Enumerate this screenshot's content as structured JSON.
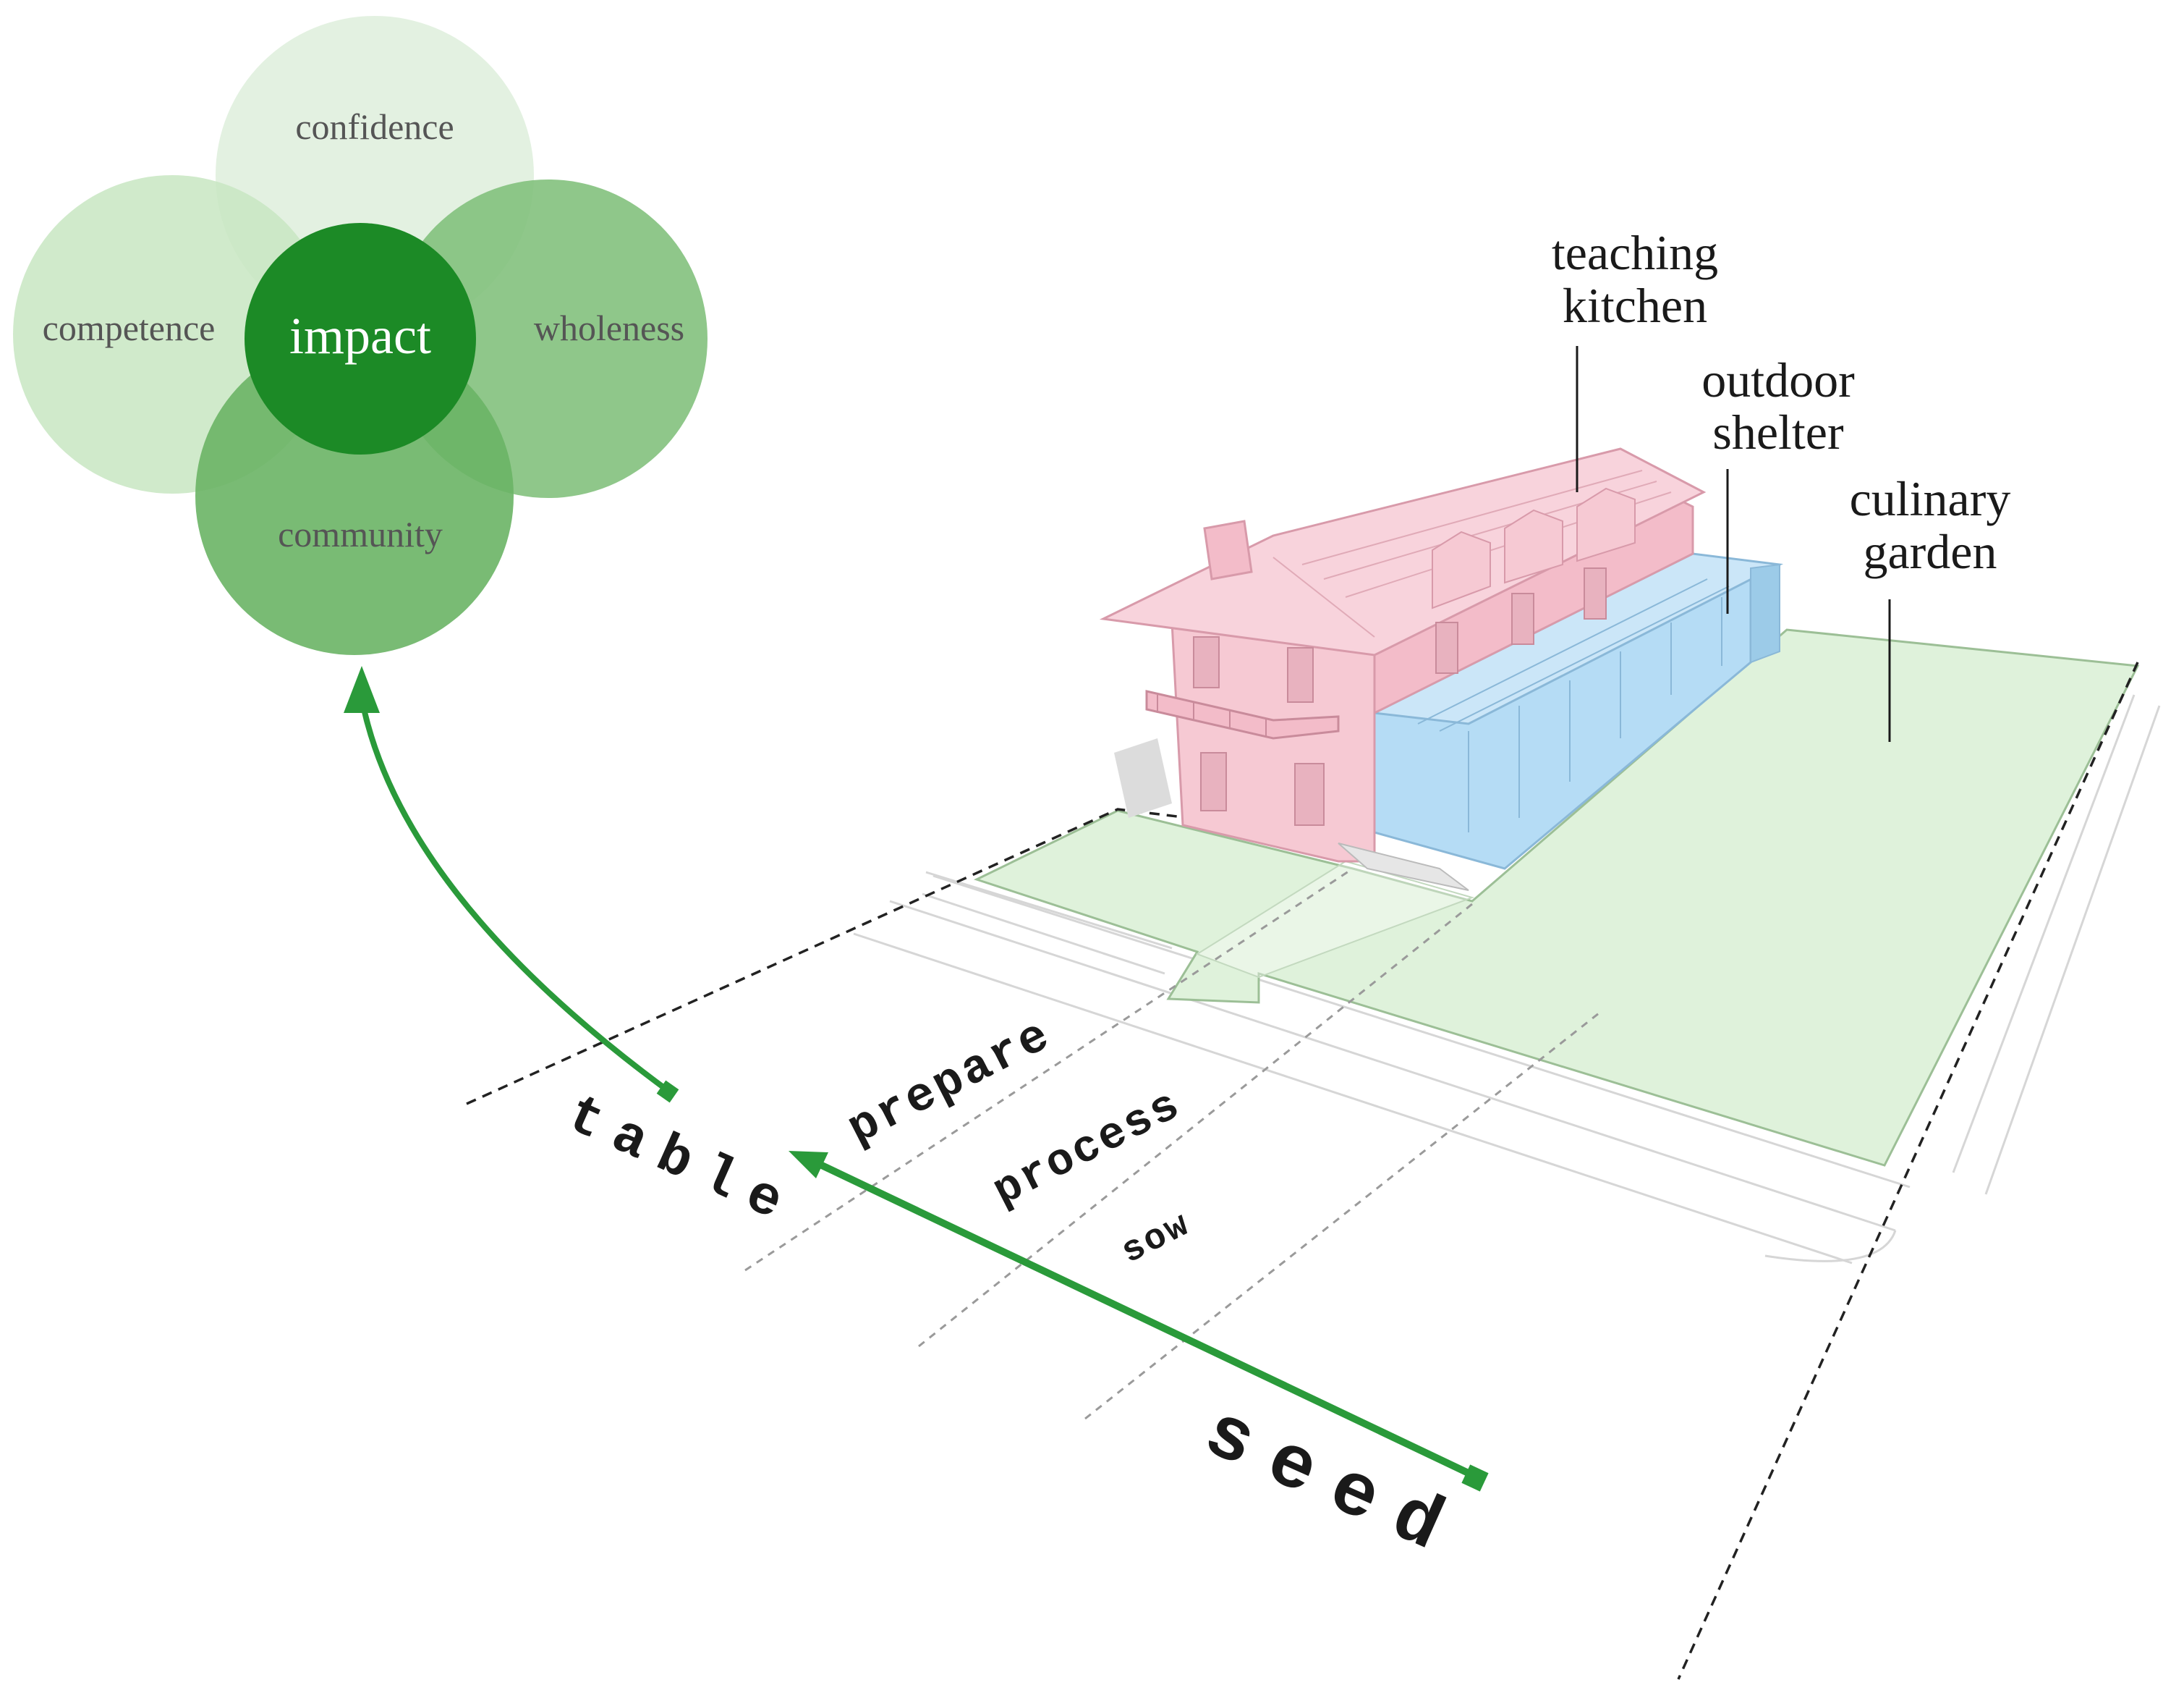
{
  "colors": {
    "circle_confidence": "#e3f1e1",
    "circle_competence": "#c8e6c2",
    "circle_wholeness": "#7fbf7a",
    "circle_community": "#6ab465",
    "circle_impact": "#1c8a26",
    "arrow": "#2a9a3a",
    "building_kitchen": "#f6c9d3",
    "building_shelter": "#b5dcf5",
    "garden": "#dff2db",
    "label_text": "#1a1a1a",
    "petal_text": "#555555"
  },
  "venn": {
    "center": "impact",
    "petals": {
      "top": "confidence",
      "left": "competence",
      "right": "wholeness",
      "bottom": "community"
    }
  },
  "callouts": {
    "kitchen": [
      "teaching",
      "kitchen"
    ],
    "shelter": [
      "outdoor",
      "shelter"
    ],
    "garden": [
      "culinary",
      "garden"
    ]
  },
  "path": {
    "start": "seed",
    "steps": [
      "sow",
      "process",
      "prepare"
    ],
    "end": "table"
  }
}
